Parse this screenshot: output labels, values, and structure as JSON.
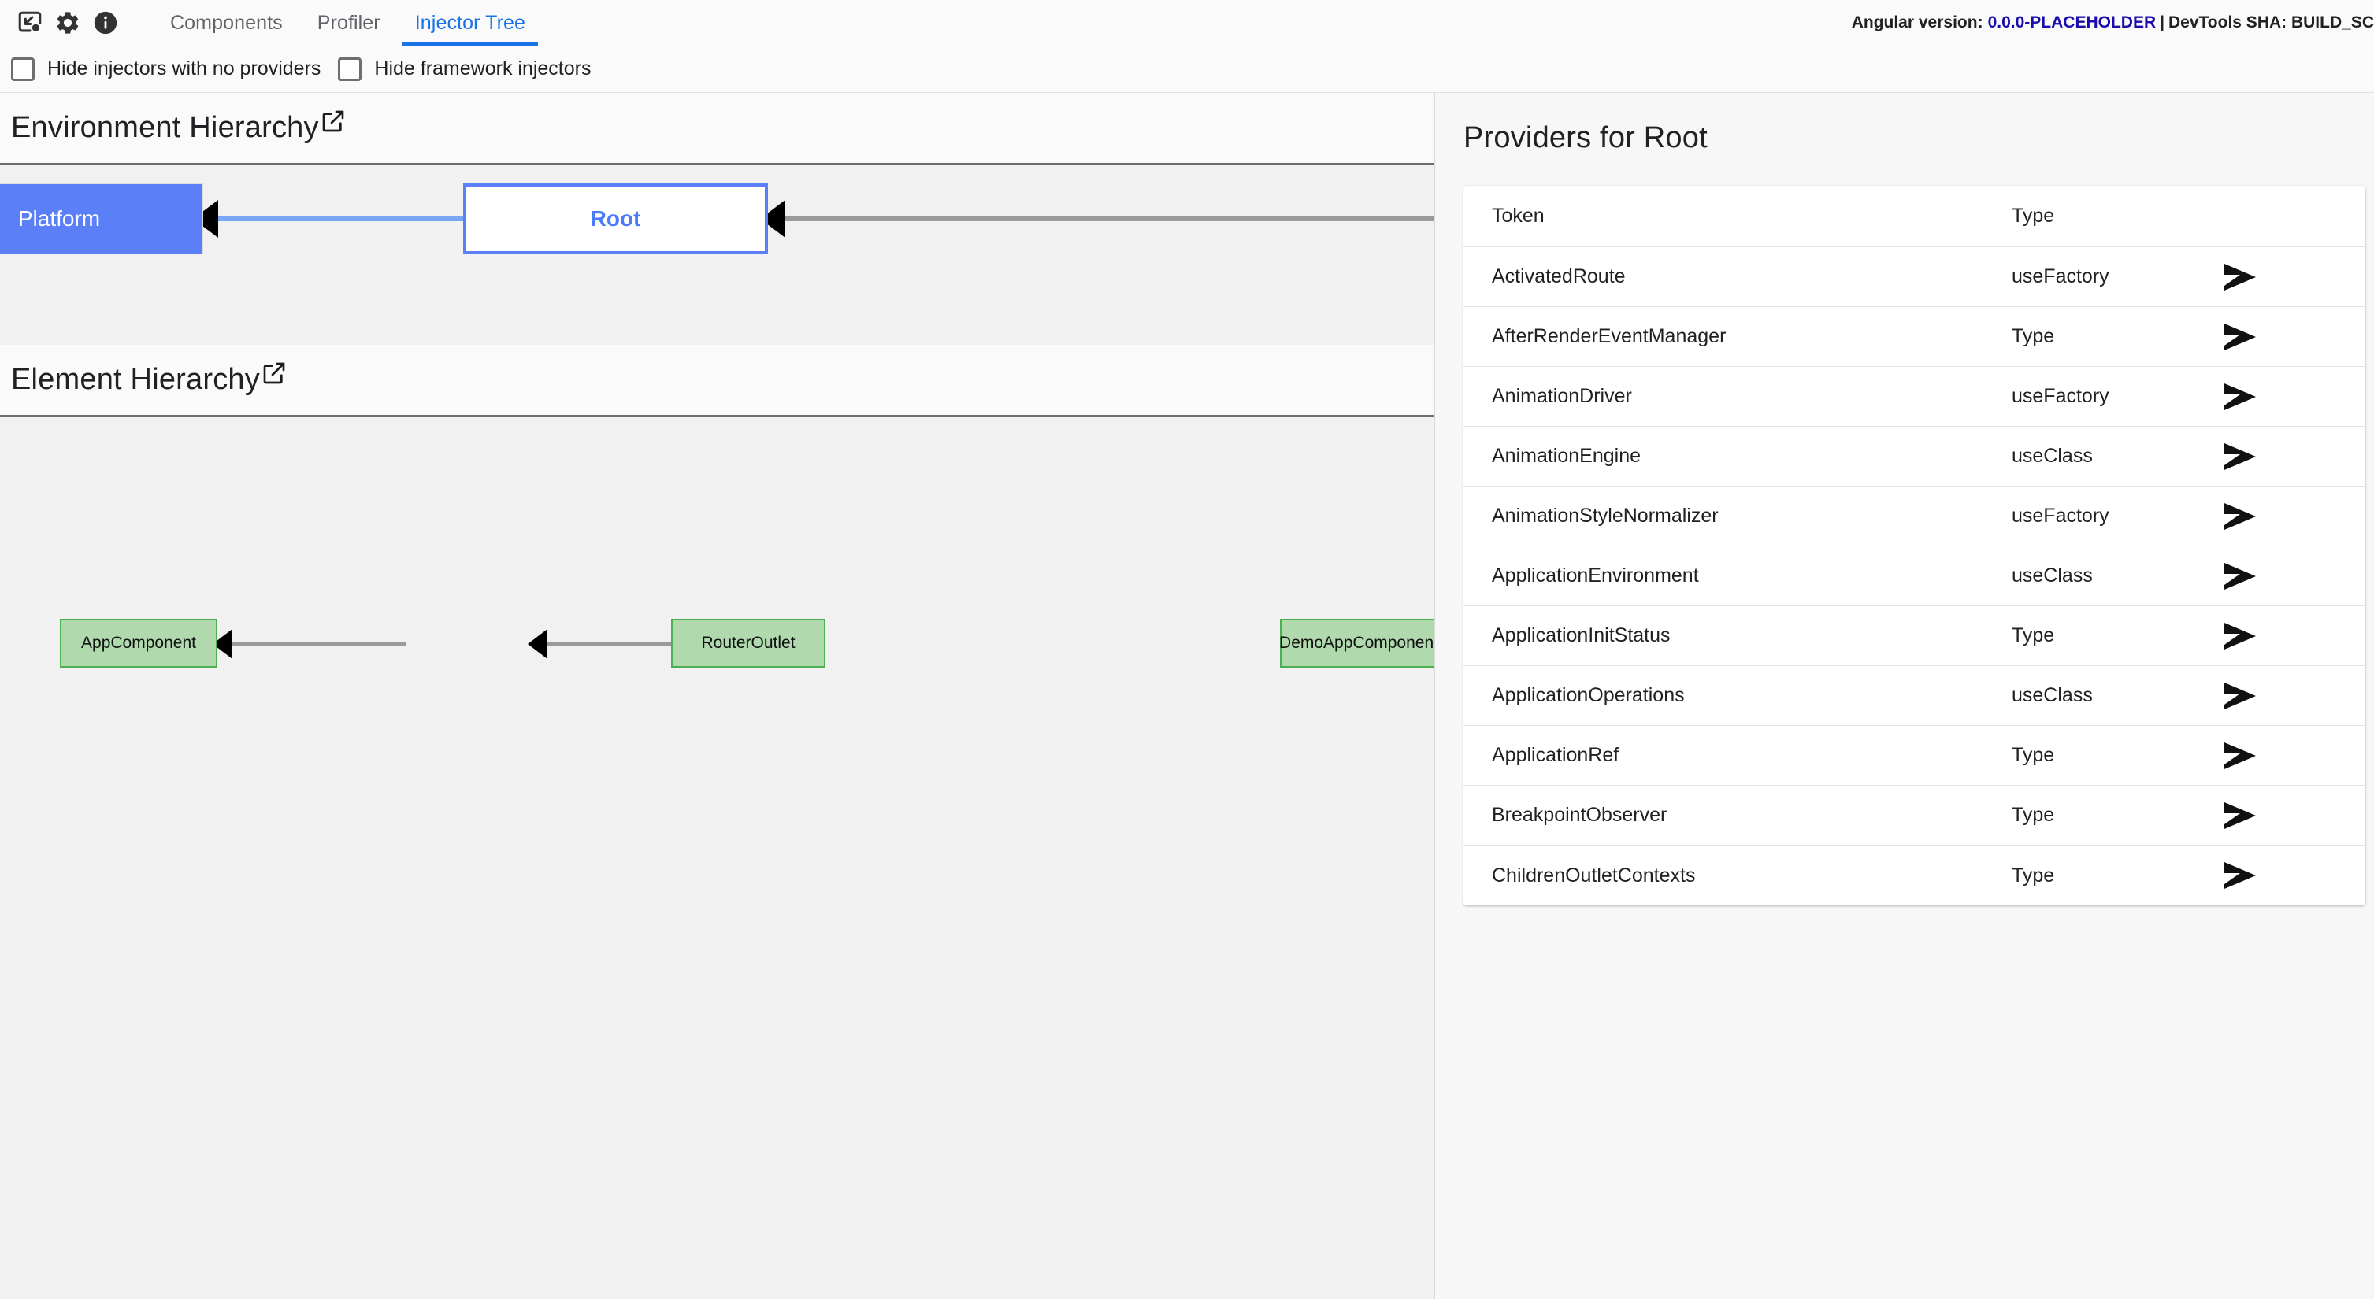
{
  "toolbar": {
    "icons": [
      {
        "name": "inspect-element-icon",
        "title": "Inspect element"
      },
      {
        "name": "settings-gear-icon",
        "title": "Settings"
      },
      {
        "name": "info-icon",
        "title": "About"
      }
    ],
    "tabs": [
      {
        "label": "Components",
        "active": false
      },
      {
        "label": "Profiler",
        "active": false
      },
      {
        "label": "Injector Tree",
        "active": true
      }
    ],
    "version": {
      "label": "Angular version:",
      "number": "0.0.0-PLACEHOLDER",
      "separator": "|",
      "sha_label": "DevTools SHA: BUILD_SC"
    }
  },
  "filters": {
    "checkboxes": [
      {
        "label": "Hide injectors with no providers",
        "checked": false
      },
      {
        "label": "Hide framework injectors",
        "checked": false
      }
    ]
  },
  "environment_hierarchy": {
    "title": "Environment Hierarchy",
    "external_link_icon": "open-in-new-icon",
    "nodes": [
      {
        "label": "Platform",
        "style": "platform"
      },
      {
        "label": "Root",
        "style": "root-selected"
      }
    ]
  },
  "element_hierarchy": {
    "title": "Element Hierarchy",
    "external_link_icon": "open-in-new-icon",
    "nodes": [
      {
        "label": "AppComponent"
      },
      {
        "label": "RouterOutlet"
      },
      {
        "label": "DemoAppComponent"
      }
    ]
  },
  "providers": {
    "title": "Providers for Root",
    "columns": {
      "token": "Token",
      "type": "Type"
    },
    "rows": [
      {
        "token": "ActivatedRoute",
        "type": "useFactory"
      },
      {
        "token": "AfterRenderEventManager",
        "type": "Type"
      },
      {
        "token": "AnimationDriver",
        "type": "useFactory"
      },
      {
        "token": "AnimationEngine",
        "type": "useClass"
      },
      {
        "token": "AnimationStyleNormalizer",
        "type": "useFactory"
      },
      {
        "token": "ApplicationEnvironment",
        "type": "useClass"
      },
      {
        "token": "ApplicationInitStatus",
        "type": "Type"
      },
      {
        "token": "ApplicationOperations",
        "type": "useClass"
      },
      {
        "token": "ApplicationRef",
        "type": "Type"
      },
      {
        "token": "BreakpointObserver",
        "type": "Type"
      },
      {
        "token": "ChildrenOutletContexts",
        "type": "Type"
      }
    ]
  },
  "colors": {
    "accent_blue": "#1a73e8",
    "node_blue": "#5b7ff7",
    "node_green_fill": "#b0d9ae",
    "node_green_border": "#4caf50",
    "version_link": "#1a0dab"
  }
}
